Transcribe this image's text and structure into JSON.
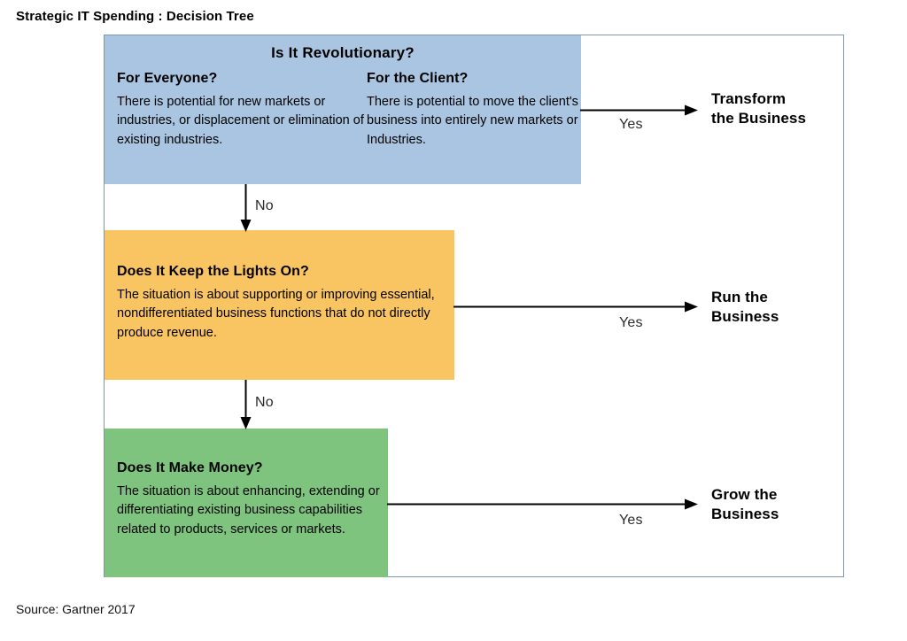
{
  "page": {
    "title": "Strategic IT Spending : Decision Tree",
    "source_note": "Source: Gartner 2017"
  },
  "colors": {
    "blue": "#a9c5e1",
    "orange": "#f9c462",
    "green": "#7ec47f",
    "frame_border": "#7f97b5",
    "arrow": "#000000",
    "edge_label": "#2b2b2b"
  },
  "chart_data": {
    "type": "diagram",
    "subtype": "decision-tree",
    "title": "Strategic IT Spending : Decision Tree",
    "nodes": [
      {
        "id": "revolutionary",
        "title": "Is It Revolutionary?",
        "color": "#a9c5e1",
        "columns": [
          {
            "heading": "For Everyone?",
            "body": "There is potential for new markets or industries, or displacement or elimination of existing industries."
          },
          {
            "heading": "For the Client?",
            "body": "There is potential to move the client's business into entirely new markets or Industries."
          }
        ]
      },
      {
        "id": "lights-on",
        "heading": "Does It Keep the Lights On?",
        "color": "#f9c462",
        "body": "The situation is about supporting or improving essential, nondifferentiated business functions that do not directly produce revenue."
      },
      {
        "id": "make-money",
        "heading": "Does It Make Money?",
        "color": "#7ec47f",
        "body": "The situation is about enhancing, extending or differentiating existing business capabilities related to products, services or markets."
      }
    ],
    "outcomes": [
      {
        "id": "transform",
        "line1": "Transform",
        "line2": "the Business"
      },
      {
        "id": "run",
        "line1": "Run the",
        "line2": "Business"
      },
      {
        "id": "grow",
        "line1": "Grow the",
        "line2": "Business"
      }
    ],
    "edges": [
      {
        "from": "revolutionary",
        "to": "transform",
        "label": "Yes",
        "direction": "right"
      },
      {
        "from": "revolutionary",
        "to": "lights-on",
        "label": "No",
        "direction": "down"
      },
      {
        "from": "lights-on",
        "to": "run",
        "label": "Yes",
        "direction": "right"
      },
      {
        "from": "lights-on",
        "to": "make-money",
        "label": "No",
        "direction": "down"
      },
      {
        "from": "make-money",
        "to": "grow",
        "label": "Yes",
        "direction": "right"
      }
    ]
  }
}
